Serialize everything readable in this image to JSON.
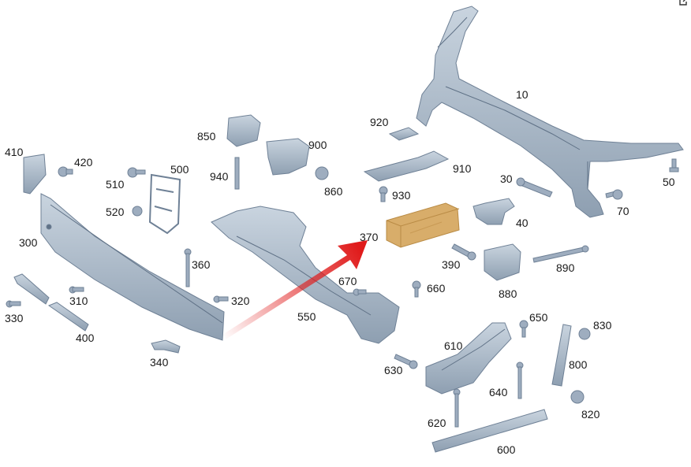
{
  "diagram": {
    "labels": {
      "p10": "10",
      "p30": "30",
      "p40": "40",
      "p50": "50",
      "p70": "70",
      "p300": "300",
      "p310": "310",
      "p320": "320",
      "p330": "330",
      "p340": "340",
      "p360": "360",
      "p370": "370",
      "p390": "390",
      "p400": "400",
      "p410": "410",
      "p420": "420",
      "p500": "500",
      "p510": "510",
      "p520": "520",
      "p550": "550",
      "p600": "600",
      "p610": "610",
      "p620": "620",
      "p630": "630",
      "p640": "640",
      "p650": "650",
      "p660": "660",
      "p670": "670",
      "p800": "800",
      "p820": "820",
      "p830": "830",
      "p850": "850",
      "p860": "860",
      "p880": "880",
      "p890": "890",
      "p900": "900",
      "p910": "910",
      "p920": "920",
      "p930": "930",
      "p940": "940"
    },
    "colors": {
      "part": "#a9b7c6",
      "part_dark": "#7e8fa2",
      "part_light": "#cfd9e3",
      "highlight": "#d8ad6a",
      "highlight_dark": "#b98b45",
      "arrow": "#e01b1b"
    },
    "highlighted_part": "370",
    "corner_icon": "external-link-icon"
  }
}
